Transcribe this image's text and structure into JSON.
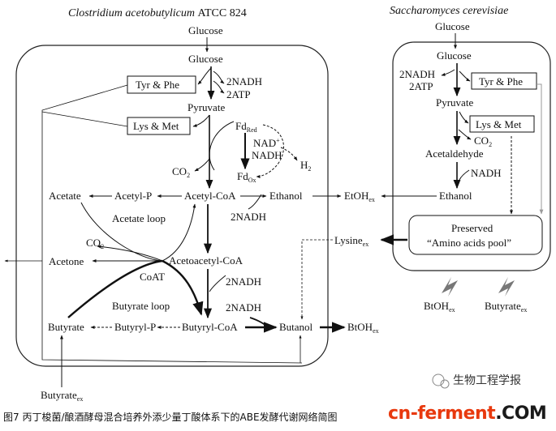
{
  "titles": {
    "clostridium": "Clostridium acetobutylicum",
    "clostridium_strain": "ATCC 824",
    "yeast": "Saccharomyces cerevisiae"
  },
  "clostridium": {
    "glucose_outside": "Glucose",
    "glucose_inside": "Glucose",
    "tyr_phe": "Tyr & Phe",
    "nadh_2": "2NADH",
    "atp_2": "2ATP",
    "pyruvate": "Pyruvate",
    "lys_met": "Lys & Met",
    "fd": "Fd",
    "red": "Red",
    "ox": "Ox",
    "nad_plus": "NAD",
    "plus": "+",
    "nadh": "NADH",
    "h2": "H",
    "h2_sub": "2",
    "co2": "CO",
    "co2_sub": "2",
    "acetate": "Acetate",
    "acetyl_p": "Acetyl-P",
    "acetyl_coa": "Acetyl-CoA",
    "ethanol": "Ethanol",
    "etoh_ex": "EtOH",
    "ex": "ex",
    "nadh_2b": "2NADH",
    "acetate_loop": "Acetate loop",
    "co2b": "CO",
    "acetone": "Acetone",
    "acetoacetyl_coa": "Acetoacetyl-CoA",
    "coat": "CoAT",
    "nadh_2c": "2NADH",
    "butyrate_loop": "Butyrate loop",
    "nadh_2d": "2NADH",
    "butyrate": "Butyrate",
    "butyryl_p": "Butyryl-P",
    "butyryl_coa": "Butyryl-CoA",
    "butanol": "Butanol",
    "btoh_ex": "BtOH",
    "butyrate_ex": "Butyrate"
  },
  "yeast": {
    "glucose_outside": "Glucose",
    "glucose_inside": "Glucose",
    "nadh_2": "2NADH",
    "atp_2": "2ATP",
    "tyr_phe": "Tyr & Phe",
    "pyruvate": "Pyruvate",
    "lys_met": "Lys & Met",
    "co2": "CO",
    "acetaldehyde": "Acetaldehyde",
    "nadh": "NADH",
    "ethanol": "Ethanol",
    "preserved": "Preserved",
    "amino_pool": "“Amino acids pool”",
    "lysine_ex": "Lysine",
    "btoh_ex": "BtOH",
    "butyrate_ex": "Butyrate"
  },
  "caption": {
    "fig_num": "图7",
    "text": "丙丁梭菌/酿酒酵母混合培养外添少量丁酸体系下的ABE发酵代谢网络简图"
  },
  "watermark": {
    "wechat": "生物工程学报",
    "brand_a": "cn-ferment",
    "brand_b": ".COM"
  }
}
